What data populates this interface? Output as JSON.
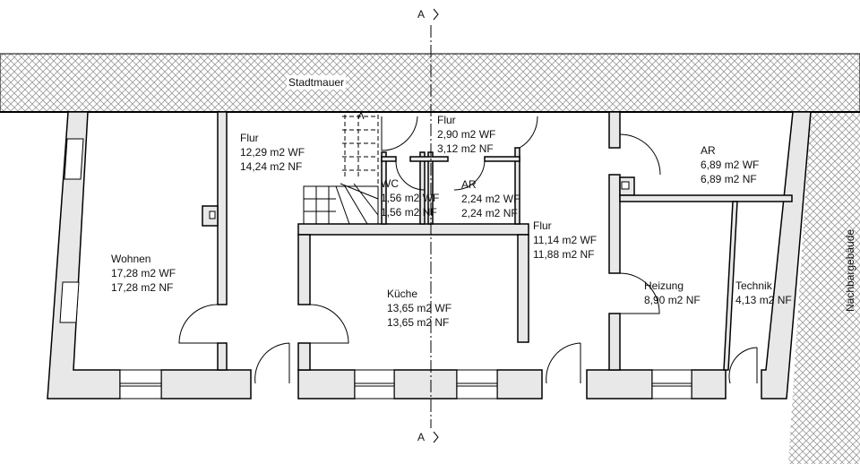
{
  "section_marks": {
    "top": "A",
    "bottom": "A"
  },
  "context": {
    "city_wall": "Stadtmauer",
    "neighbor": "Nachbargebäude"
  },
  "rooms": [
    {
      "name": "Wohnen",
      "wf": "17,28 m2 WF",
      "nf": "17,28 m2 NF"
    },
    {
      "name": "Flur",
      "wf": "12,29 m2 WF",
      "nf": "14,24 m2 NF"
    },
    {
      "name": "Flur",
      "wf": "2,90 m2 WF",
      "nf": "3,12 m2 NF"
    },
    {
      "name": "WC",
      "wf": "1,56 m2 WF",
      "nf": "1,56 m2 NF"
    },
    {
      "name": "AR",
      "wf": "2,24 m2 WF",
      "nf": "2,24 m2 NF"
    },
    {
      "name": "Küche",
      "wf": "13,65 m2 WF",
      "nf": "13,65 m2 NF"
    },
    {
      "name": "Flur",
      "wf": "11,14 m2 WF",
      "nf": "11,88 m2 NF"
    },
    {
      "name": "AR",
      "wf": "6,89 m2 WF",
      "nf": "6,89 m2 NF"
    },
    {
      "name": "Heizung",
      "nf": "8,90 m2 NF"
    },
    {
      "name": "Technik",
      "nf": "4,13 m2 NF"
    }
  ],
  "colors": {
    "wall": "#e8e8e8",
    "line": "#000000",
    "hatch": "#9a9a9a"
  }
}
